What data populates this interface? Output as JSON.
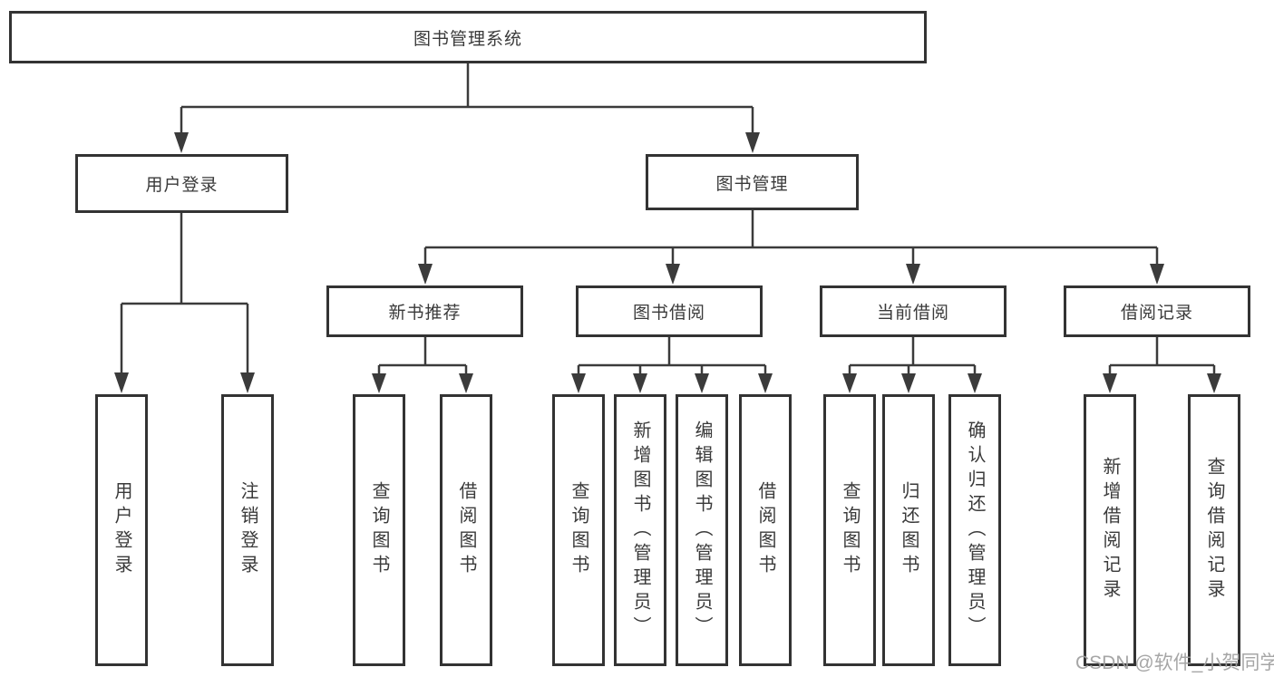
{
  "diagram": {
    "root": {
      "label": "图书管理系统",
      "children": [
        {
          "label": "用户登录",
          "children": [
            {
              "label": "用户登录"
            },
            {
              "label": "注销登录"
            }
          ]
        },
        {
          "label": "图书管理",
          "children": [
            {
              "label": "新书推荐",
              "children": [
                {
                  "label": "查询图书"
                },
                {
                  "label": "借阅图书"
                }
              ]
            },
            {
              "label": "图书借阅",
              "children": [
                {
                  "label": "查询图书"
                },
                {
                  "label": "新增图书（管理员）"
                },
                {
                  "label": "编辑图书（管理员）"
                },
                {
                  "label": "借阅图书"
                }
              ]
            },
            {
              "label": "当前借阅",
              "children": [
                {
                  "label": "查询图书"
                },
                {
                  "label": "归还图书"
                },
                {
                  "label": "确认归还（管理员）"
                }
              ]
            },
            {
              "label": "借阅记录",
              "children": [
                {
                  "label": "新增借阅记录"
                },
                {
                  "label": "查询借阅记录"
                }
              ]
            }
          ]
        }
      ]
    },
    "colors": {
      "line": "#3b3b3b",
      "box_border": "#333333",
      "box_background": "#ffffff",
      "text": "#3a3a3a",
      "watermark": "#9e9e9e"
    }
  },
  "watermark": {
    "text": "CSDN @软件_小贺同学"
  }
}
